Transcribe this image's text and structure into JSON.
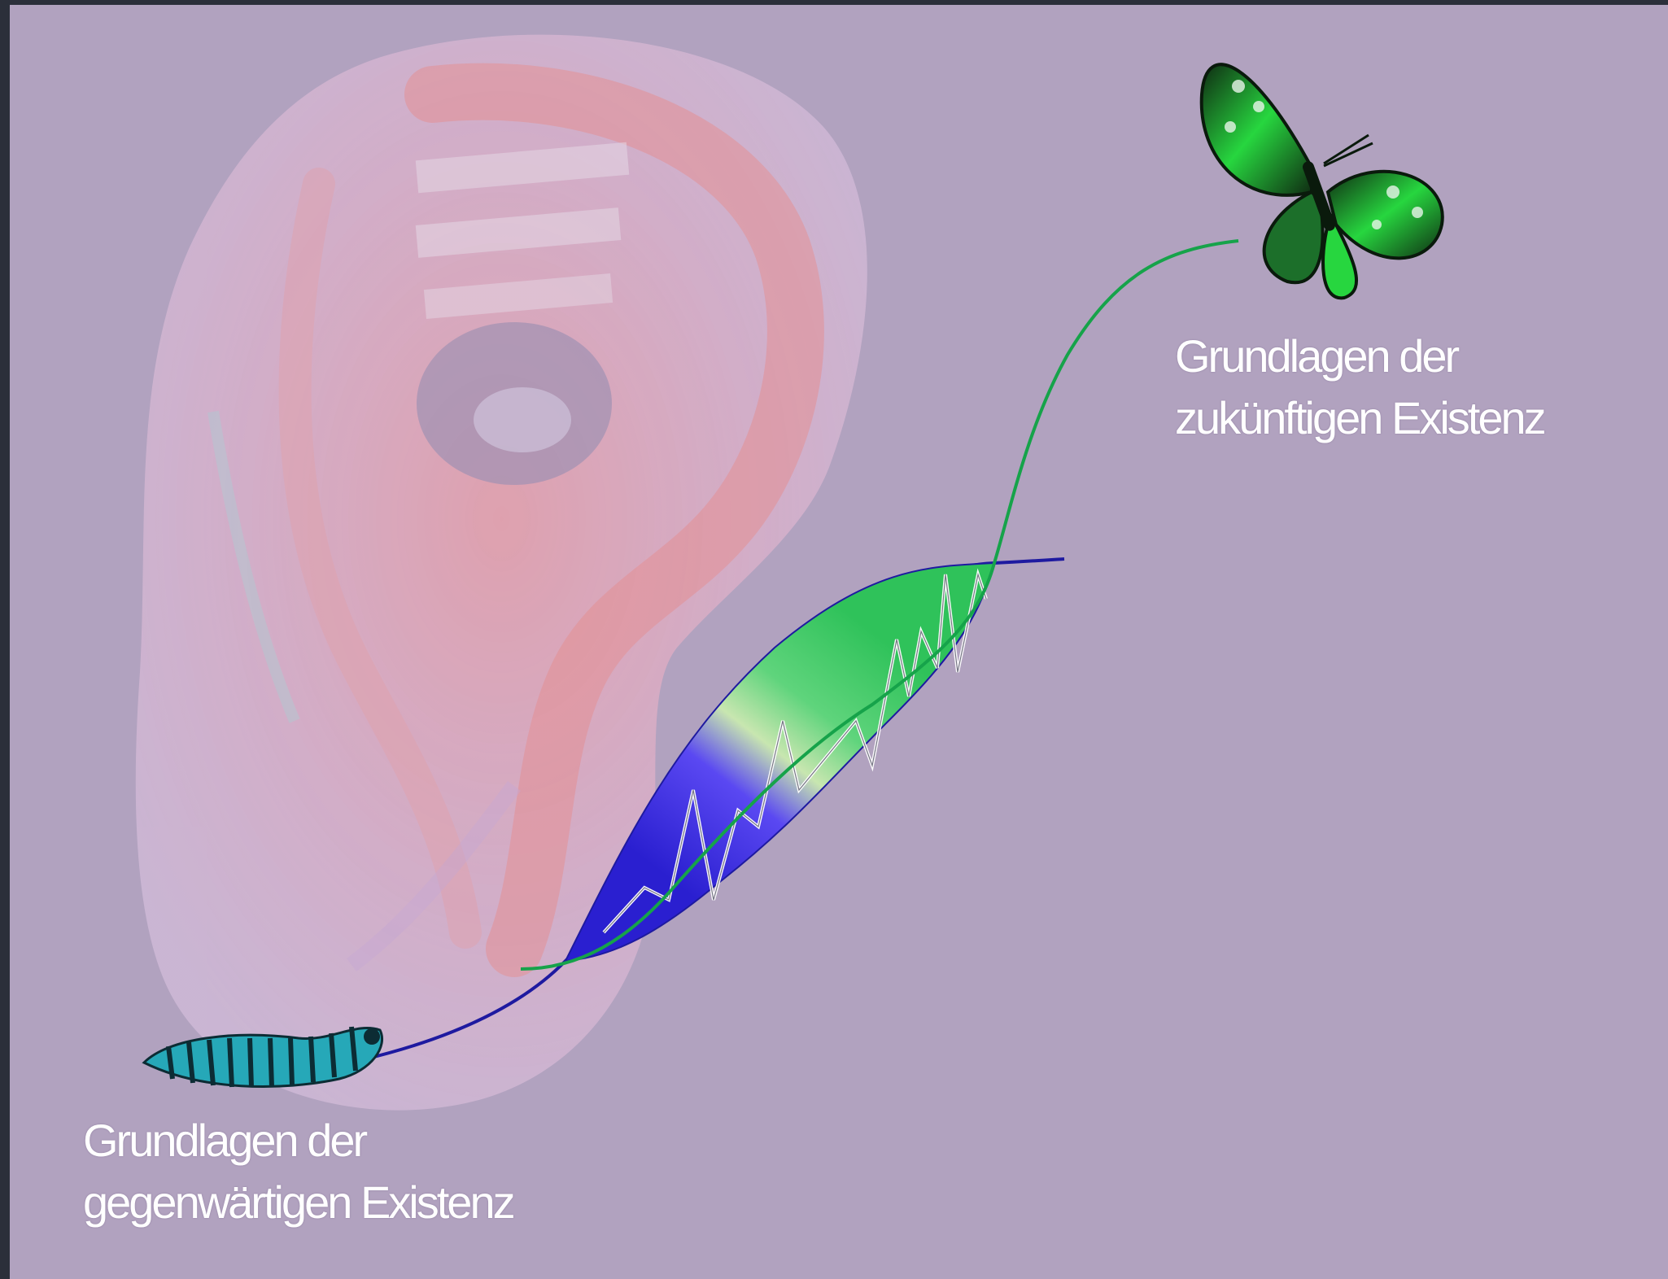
{
  "labels": {
    "present_line1": "Grundlagen der",
    "present_line2": "gegenwärtigen Existenz",
    "future_line1": "Grundlagen der",
    "future_line2": "zukünftigen Existenz"
  },
  "colors": {
    "background": "#b1a2bf",
    "frame": "#2b2f3a",
    "present_curve": "#1e1aa0",
    "future_curve": "#16a34a",
    "lens_blue": "#4a3cf0",
    "lens_green": "#3fcc6a",
    "text": "#ffffff"
  },
  "icons": {
    "caterpillar": "caterpillar-icon",
    "butterfly": "butterfly-icon",
    "chrysalis": "chrysalis-image"
  }
}
